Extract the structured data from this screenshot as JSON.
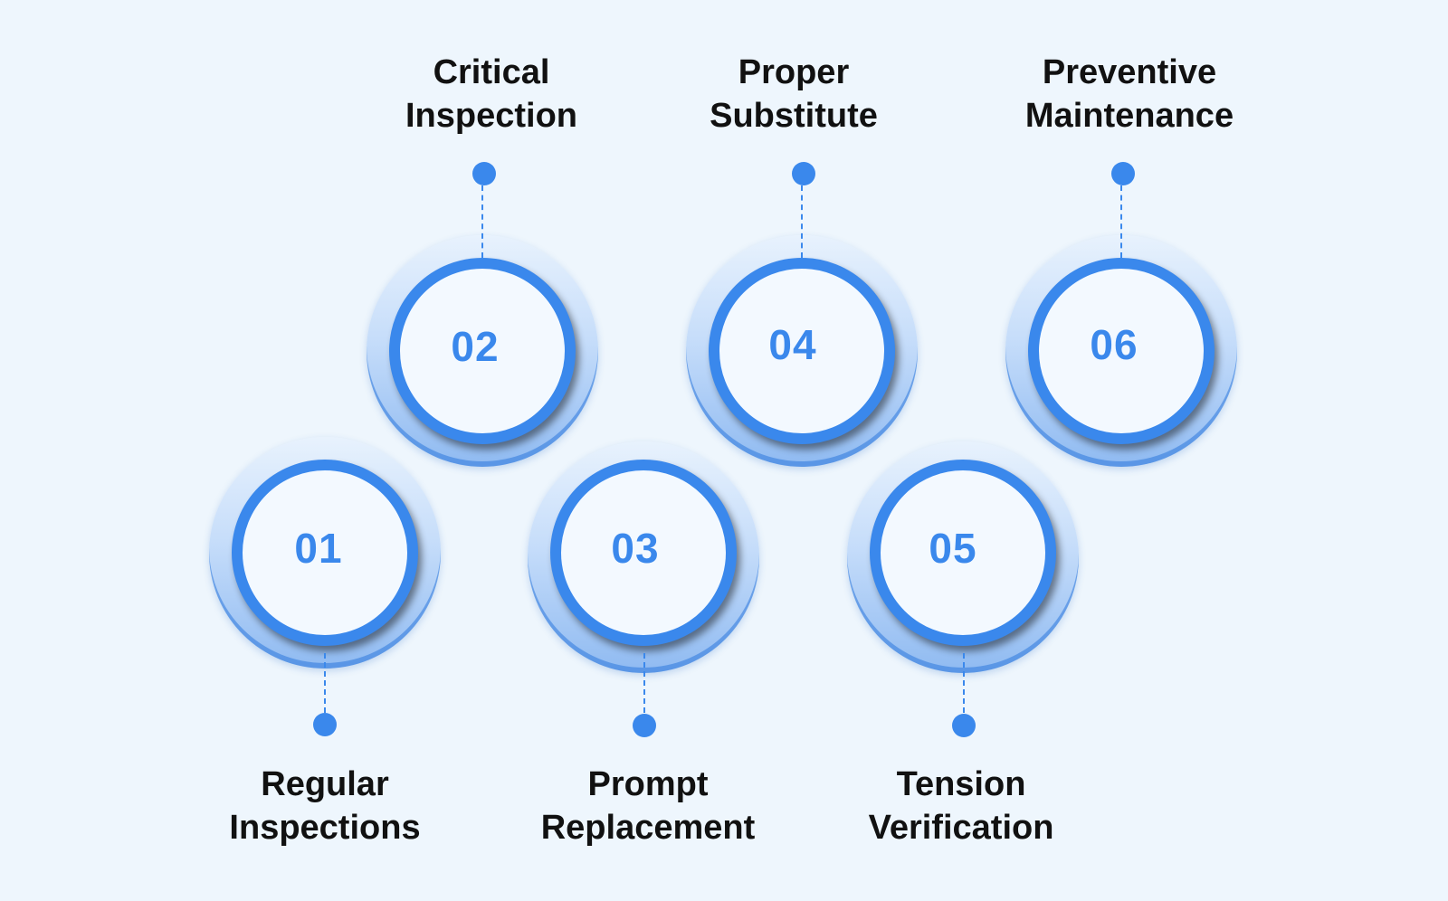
{
  "accent_color": "#3a88ec",
  "background_color": "#eef6fd",
  "steps": [
    {
      "number": "01",
      "label_line1": "Regular",
      "label_line2": "Inspections"
    },
    {
      "number": "02",
      "label_line1": "Critical",
      "label_line2": "Inspection"
    },
    {
      "number": "03",
      "label_line1": "Prompt",
      "label_line2": "Replacement"
    },
    {
      "number": "04",
      "label_line1": "Proper",
      "label_line2": "Substitute"
    },
    {
      "number": "05",
      "label_line1": "Tension",
      "label_line2": "Verification"
    },
    {
      "number": "06",
      "label_line1": "Preventive",
      "label_line2": "Maintenance"
    }
  ]
}
